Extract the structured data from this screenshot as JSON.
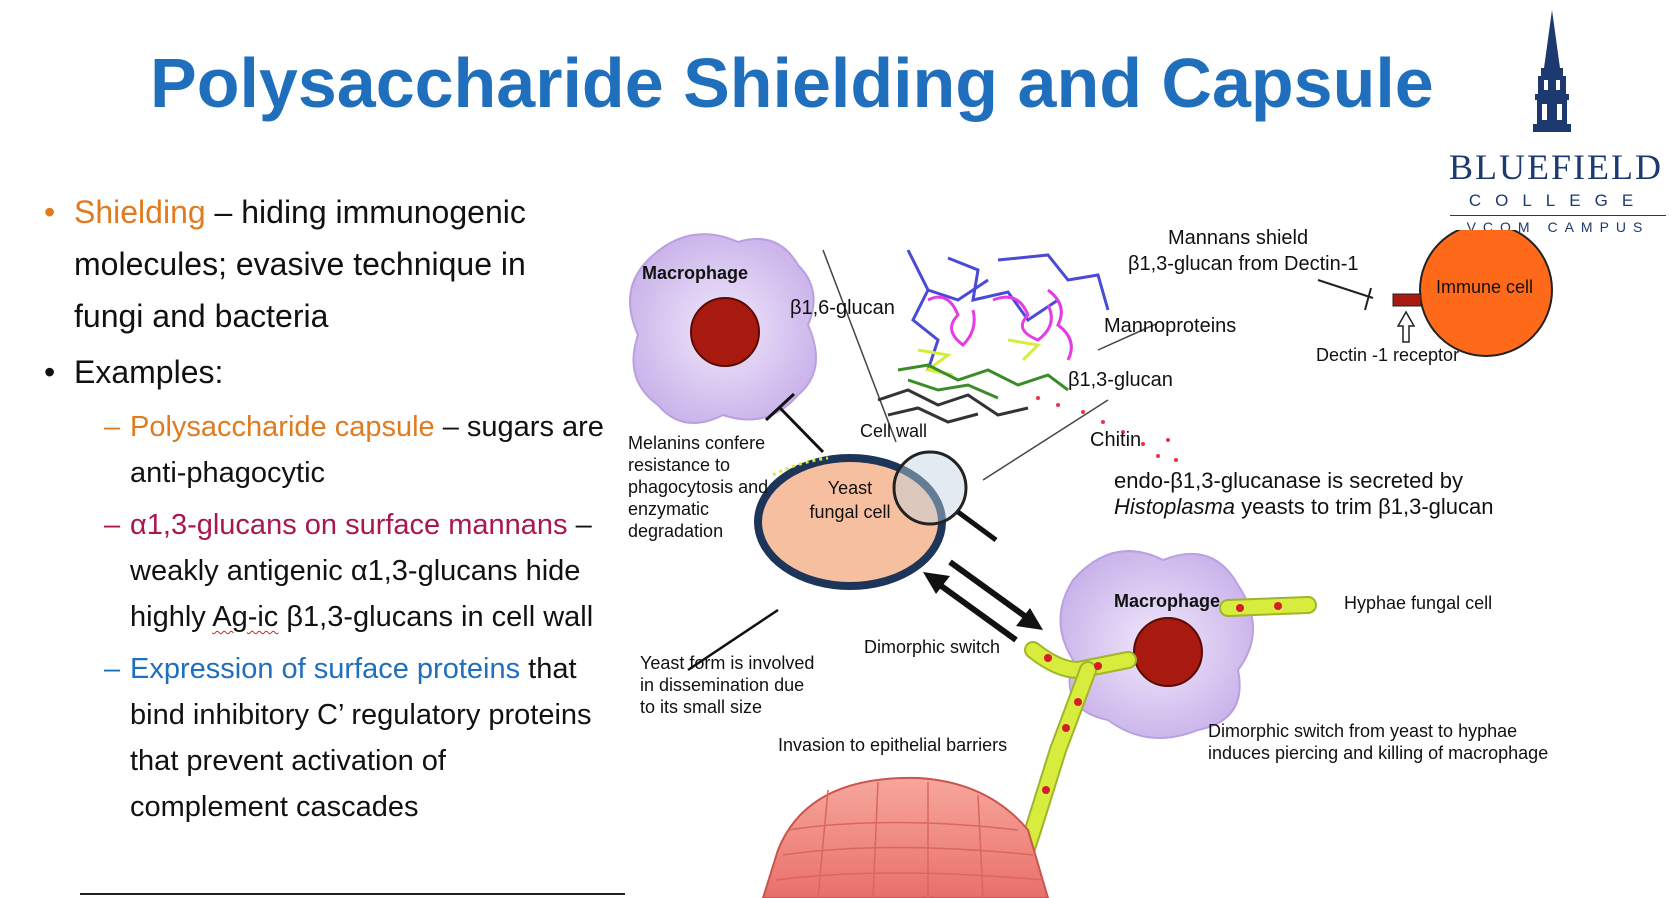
{
  "title": "Polysaccharide Shielding and Capsule",
  "logo": {
    "main": "BLUEFIELD",
    "sub1": "COLLEGE",
    "sub2": "VCOM CAMPUS",
    "icon": "spire-icon"
  },
  "bullets": {
    "shielding_term": "Shielding",
    "shielding_text": " – hiding immunogenic molecules; evasive technique in fungi and bacteria",
    "examples": "Examples:",
    "sub": [
      {
        "term": "Polysaccharide capsule",
        "text": " – sugars are anti-phagocytic"
      },
      {
        "term": "α1,3-glucans on surface mannans",
        "text": " – weakly antigenic α1,3-glucans hide highly ",
        "squiggle": "Ag-ic",
        "tail": " β1,3-glucans in cell wall"
      },
      {
        "term": "Expression of surface proteins",
        "text": " that bind inhibitory C’ regulatory proteins that prevent activation of complement cascades"
      }
    ]
  },
  "figure": {
    "macrophage_top": "Macrophage",
    "b16": "β1,6-glucan",
    "mannans_shield_1": "Mannans shield",
    "mannans_shield_2": "β1,3-glucan from Dectin-1",
    "immune_cell": "Immune cell",
    "mannoproteins": "Mannoproteins",
    "dectin": "Dectin -1 receptor",
    "b13": "β1,3-glucan",
    "cell_wall": "Cell wall",
    "chitin": "Chitin",
    "melanins": [
      "Melanins confere",
      "resistance to",
      "phagocytosis and",
      "enzymatic",
      "degradation"
    ],
    "yeast_1": "Yeast",
    "yeast_2": "fungal cell",
    "endo_1": "endo-β1,3-glucanase is secreted by",
    "endo_2a": "Histoplasma",
    "endo_2b": "  yeasts to trim β1,3-glucan",
    "macrophage_bottom": "Macrophage",
    "hyphae": "Hyphae  fungal cell",
    "dimorphic_switch": "Dimorphic switch",
    "yeast_form": [
      "Yeast form is involved",
      "in dissemination due",
      "to its small size"
    ],
    "dimorphic_hyphae": [
      "Dimorphic switch from yeast to hyphae",
      "induces piercing and killing of macrophage"
    ],
    "invasion": "Invasion to epithelial barriers",
    "colors": {
      "title": "#1f6fbd",
      "orange": "#e07b20",
      "maroon": "#a8174f",
      "immune": "#ff6a1a",
      "macrophage": "#d9c8f0",
      "nucleus": "#a81a10",
      "yeast_fill": "#f6bfa0",
      "yeast_wall": "#1d3558",
      "hyphae": "#d7ec3c"
    }
  }
}
